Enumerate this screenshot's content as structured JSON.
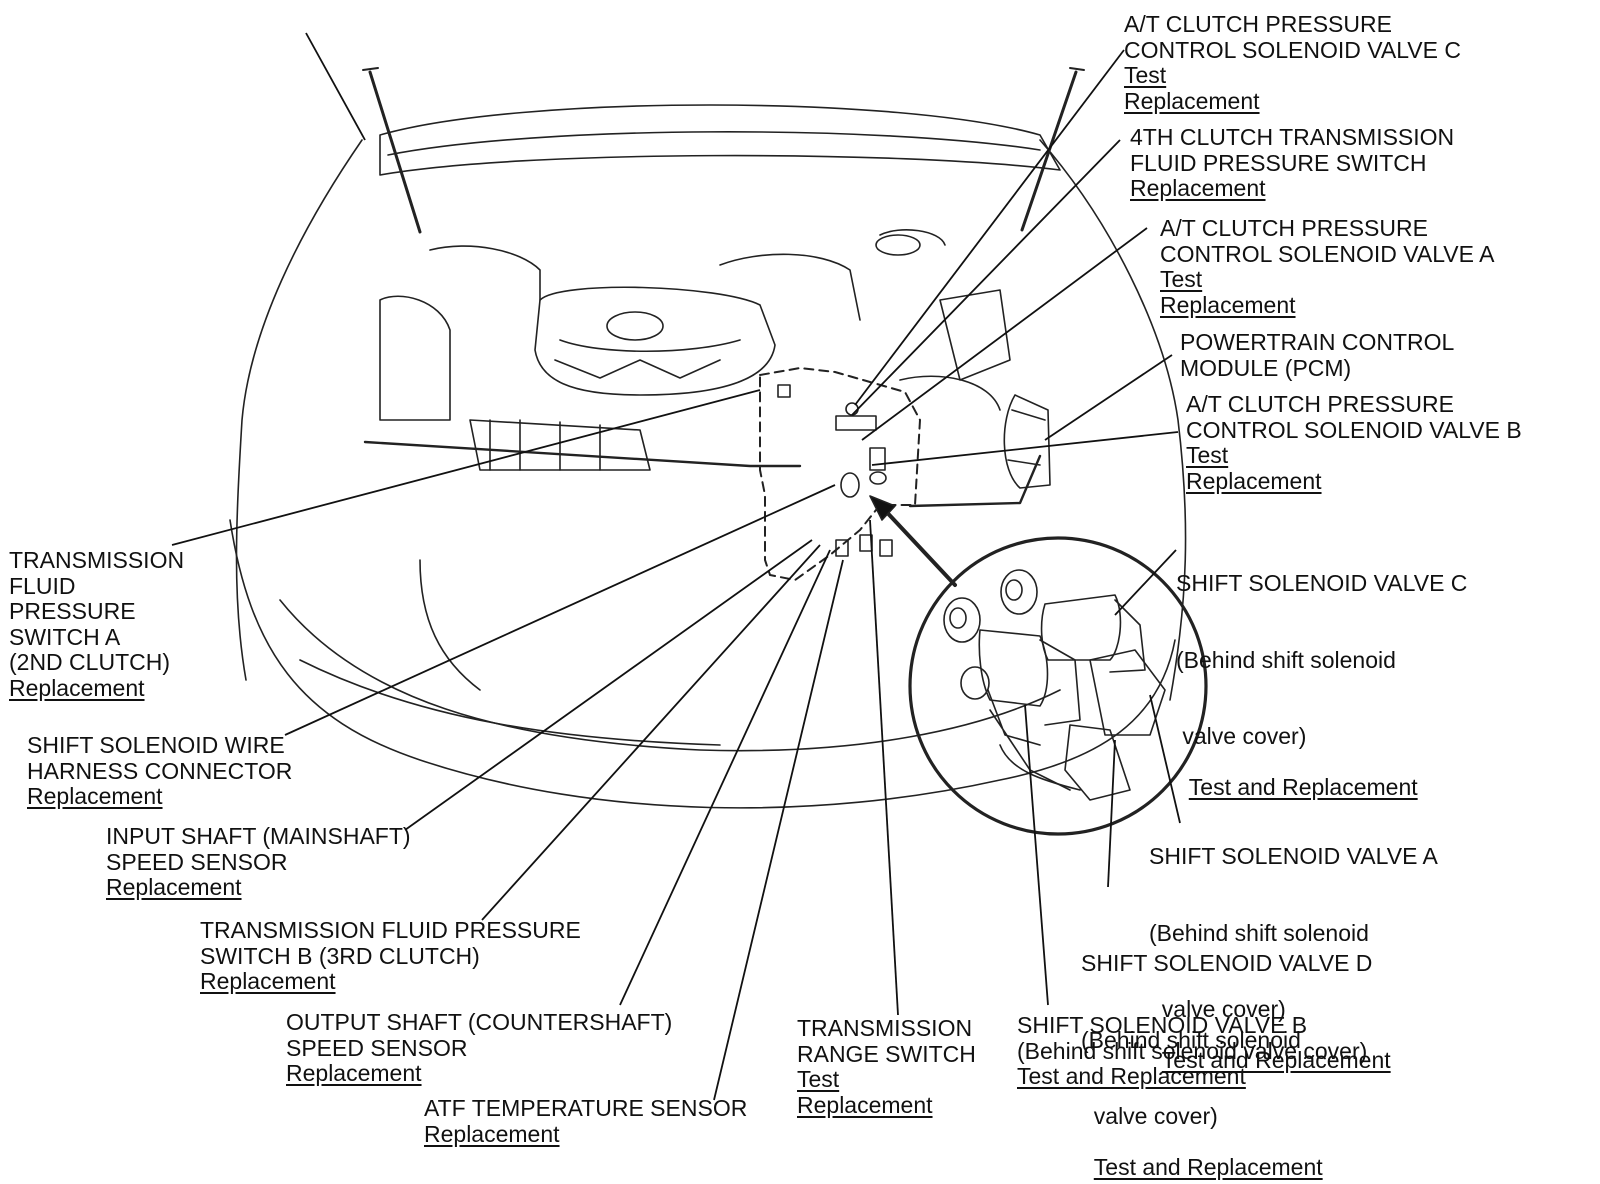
{
  "callouts": [
    {
      "id": "c-solenoid-c-pressure",
      "lines": [
        "A/T CLUTCH PRESSURE",
        "CONTROL SOLENOID VALVE C"
      ],
      "links": [
        "Test",
        "Replacement"
      ]
    },
    {
      "id": "c-4th-clutch-switch",
      "lines": [
        "4TH CLUTCH TRANSMISSION",
        "FLUID PRESSURE SWITCH"
      ],
      "links": [
        "Replacement"
      ]
    },
    {
      "id": "c-solenoid-a-pressure",
      "lines": [
        "A/T CLUTCH PRESSURE",
        "CONTROL SOLENOID VALVE A"
      ],
      "links": [
        "Test",
        "Replacement"
      ]
    },
    {
      "id": "c-pcm",
      "lines": [
        "POWERTRAIN CONTROL",
        "MODULE (PCM)"
      ],
      "links": []
    },
    {
      "id": "c-solenoid-b-pressure",
      "lines": [
        "A/T CLUTCH PRESSURE",
        "CONTROL SOLENOID VALVE B"
      ],
      "links": [
        "Test",
        "Replacement"
      ]
    },
    {
      "id": "c-shift-solenoid-c",
      "lines": [
        "SHIFT SOLENOID VALVE C",
        "(Behind shift solenoid",
        " valve cover)"
      ],
      "links": [
        "Test and Replacement"
      ]
    },
    {
      "id": "c-shift-solenoid-a",
      "lines": [
        "SHIFT SOLENOID VALVE A",
        "(Behind shift solenoid",
        "  valve cover)"
      ],
      "links": [
        "Test and Replacement"
      ]
    },
    {
      "id": "c-shift-solenoid-d",
      "lines": [
        "SHIFT SOLENOID VALVE D",
        "(Behind shift solenoid",
        "  valve cover)"
      ],
      "links": [
        "Test and Replacement"
      ]
    },
    {
      "id": "c-shift-solenoid-b",
      "lines": [
        "SHIFT SOLENOID VALVE B",
        "(Behind shift solenoid valve cover)"
      ],
      "links": [
        "Test and Replacement"
      ]
    },
    {
      "id": "c-range-switch",
      "lines": [
        "TRANSMISSION",
        "RANGE SWITCH"
      ],
      "links": [
        "Test",
        "Replacement"
      ]
    },
    {
      "id": "c-atf-temp",
      "lines": [
        "ATF TEMPERATURE SENSOR"
      ],
      "links": [
        "Replacement"
      ]
    },
    {
      "id": "c-output-shaft",
      "lines": [
        "OUTPUT SHAFT (COUNTERSHAFT)",
        "SPEED SENSOR"
      ],
      "links": [
        "Replacement"
      ]
    },
    {
      "id": "c-switch-b",
      "lines": [
        "TRANSMISSION FLUID PRESSURE",
        "SWITCH B (3RD CLUTCH)"
      ],
      "links": [
        "Replacement"
      ]
    },
    {
      "id": "c-input-shaft",
      "lines": [
        "INPUT SHAFT (MAINSHAFT)",
        "SPEED SENSOR"
      ],
      "links": [
        "Replacement"
      ]
    },
    {
      "id": "c-harness",
      "lines": [
        "SHIFT SOLENOID WIRE",
        "HARNESS CONNECTOR"
      ],
      "links": [
        "Replacement"
      ]
    },
    {
      "id": "c-switch-a",
      "lines": [
        "TRANSMISSION",
        "FLUID",
        "PRESSURE",
        "SWITCH A",
        "(2ND CLUTCH)"
      ],
      "links": [
        "Replacement"
      ]
    }
  ]
}
